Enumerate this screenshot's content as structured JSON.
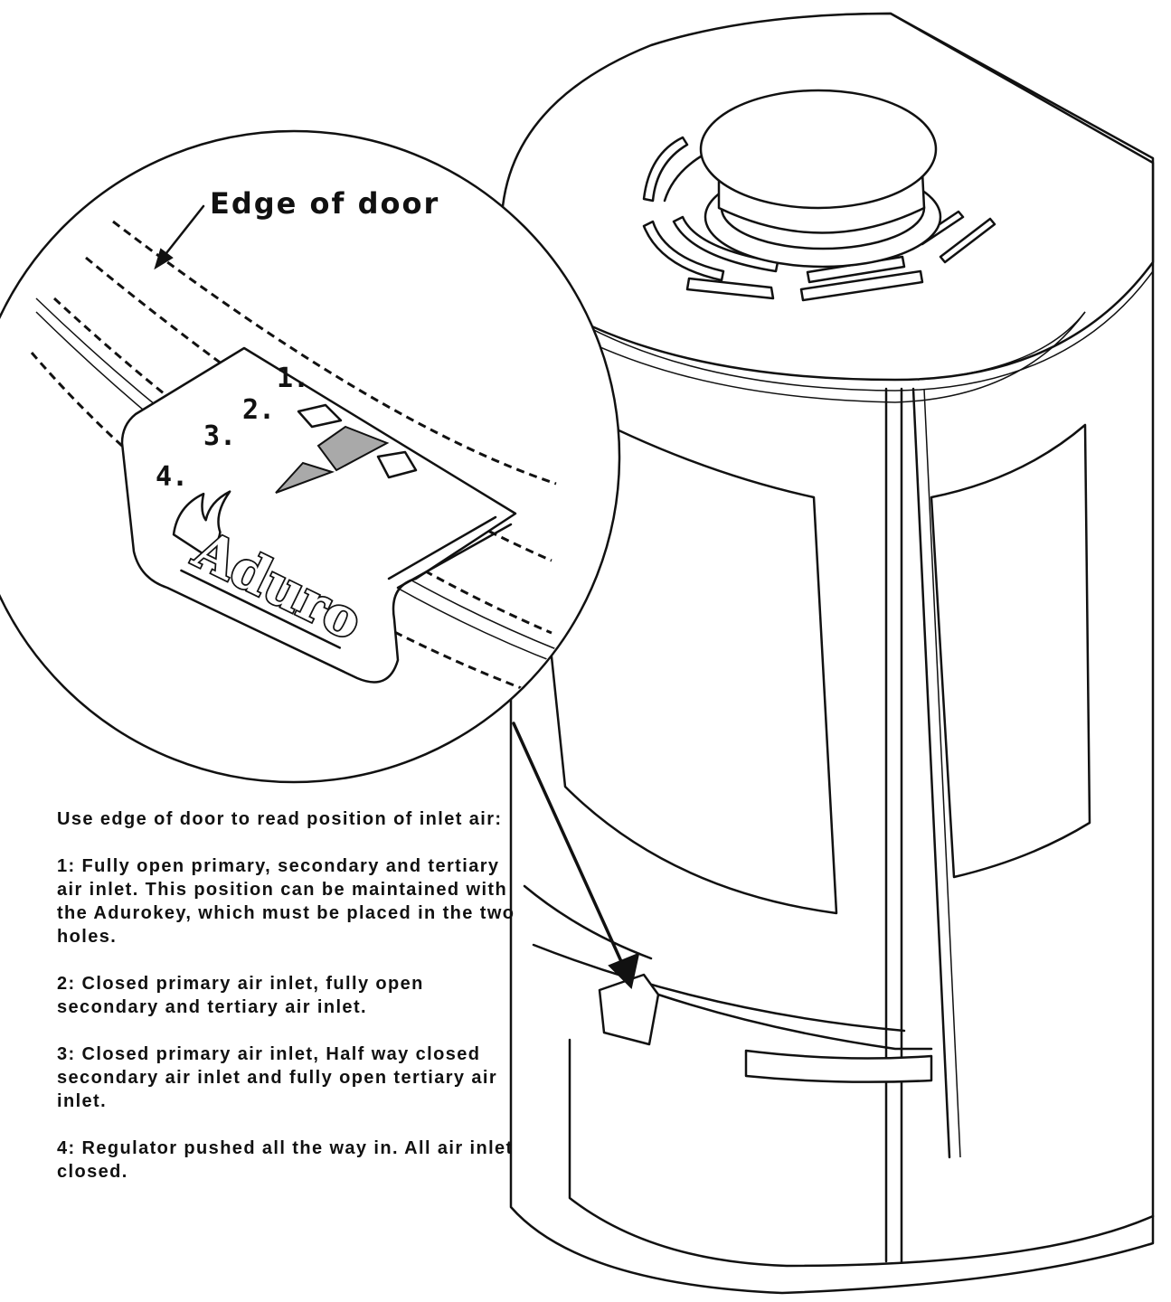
{
  "callout": {
    "label": "Edge of door"
  },
  "positions": [
    {
      "label": "1."
    },
    {
      "label": "2."
    },
    {
      "label": "3."
    },
    {
      "label": "4."
    }
  ],
  "logo": {
    "text": "Aduro"
  },
  "instructions": {
    "intro": "Use edge of door to read position of inlet air:",
    "items": [
      "1: Fully open primary, secondary and tertiary air inlet. This position can be maintained with the Adurokey, which must be placed in the two holes.",
      "2: Closed primary air inlet, fully open secondary and tertiary air inlet.",
      "3: Closed primary air inlet, Half way closed secondary air inlet and fully open tertiary air inlet.",
      "4: Regulator pushed all the way in. All air inlet closed."
    ]
  }
}
